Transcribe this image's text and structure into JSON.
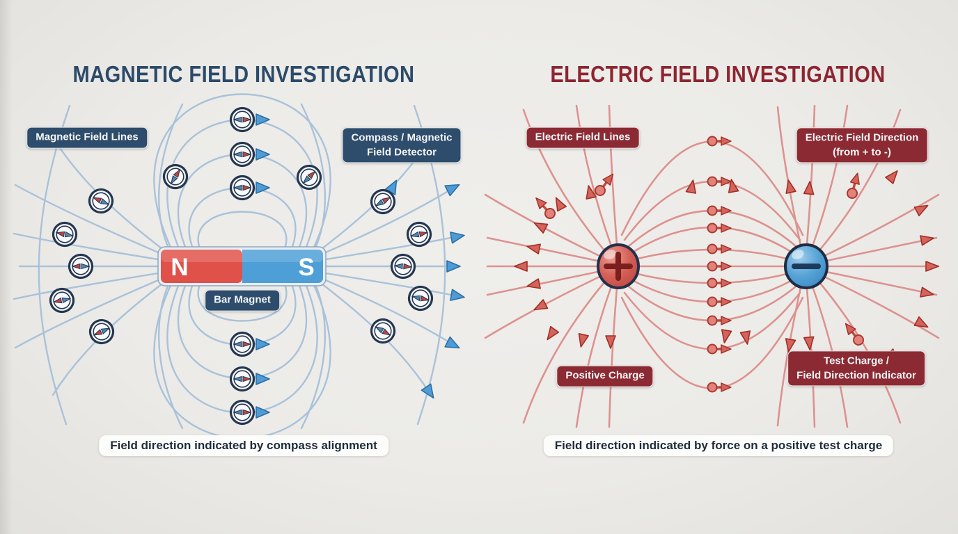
{
  "titles": {
    "magnetic": "MAGNETIC FIELD INVESTIGATION",
    "electric": "ELECTRIC FIELD INVESTIGATION"
  },
  "magnetic": {
    "field_lines_label": "Magnetic Field Lines",
    "detector_label_line1": "Compass / Magnetic",
    "detector_label_line2": "Field Detector",
    "bar_magnet_label": "Bar Magnet",
    "north_pole": "N",
    "south_pole": "S",
    "caption": "Field direction indicated by compass alignment"
  },
  "electric": {
    "field_lines_label": "Electric Field Lines",
    "direction_label_line1": "Electric Field Direction",
    "direction_label_line2": "(from + to -)",
    "positive_charge_label": "Positive Charge",
    "test_charge_label_line1": "Test Charge /",
    "test_charge_label_line2": "Field Direction Indicator",
    "positive_symbol": "+",
    "negative_symbol": "−",
    "caption": "Field direction indicated by force on a positive test charge"
  },
  "colors": {
    "background": "#ECEBE8",
    "magnetic_accent": "#2E4C6B",
    "electric_accent": "#8E2531",
    "magnetic_field_line": "#A9C2D9",
    "electric_field_line": "#DD928F",
    "arrow_blue": "#4F9BD5",
    "arrow_red": "#D4635C",
    "magnet_north_red": "#E05149",
    "magnet_south_blue": "#4E9FD8",
    "positive_charge_red": "#D45F57",
    "negative_charge_blue": "#55A3D6",
    "caption_bg": "#FCFCFB",
    "caption_text": "#1E2C3C"
  }
}
